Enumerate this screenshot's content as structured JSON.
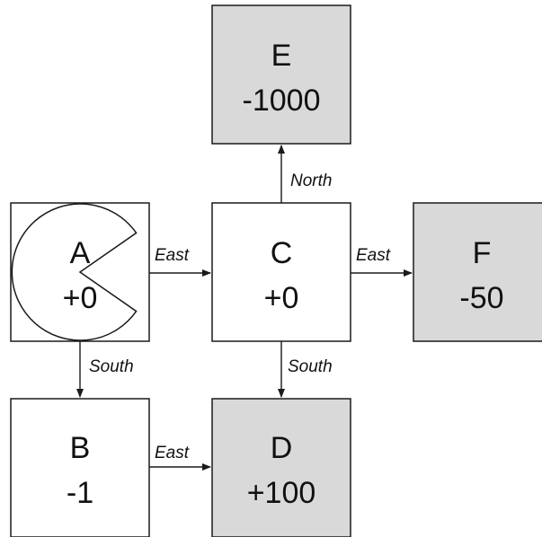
{
  "states": {
    "A": {
      "name": "A",
      "reward": "+0"
    },
    "B": {
      "name": "B",
      "reward": "-1"
    },
    "C": {
      "name": "C",
      "reward": "+0"
    },
    "D": {
      "name": "D",
      "reward": "+100"
    },
    "E": {
      "name": "E",
      "reward": "-1000"
    },
    "F": {
      "name": "F",
      "reward": "-50"
    }
  },
  "edges": {
    "a_to_c": "East",
    "c_to_f": "East",
    "b_to_d": "East",
    "c_to_e": "North",
    "a_to_b": "South",
    "c_to_d": "South"
  },
  "colors": {
    "terminal_fill": "#d9d9d9",
    "state_fill": "#ffffff",
    "stroke": "#1a1a1a"
  },
  "icons": {
    "agent": "pacman-icon"
  }
}
